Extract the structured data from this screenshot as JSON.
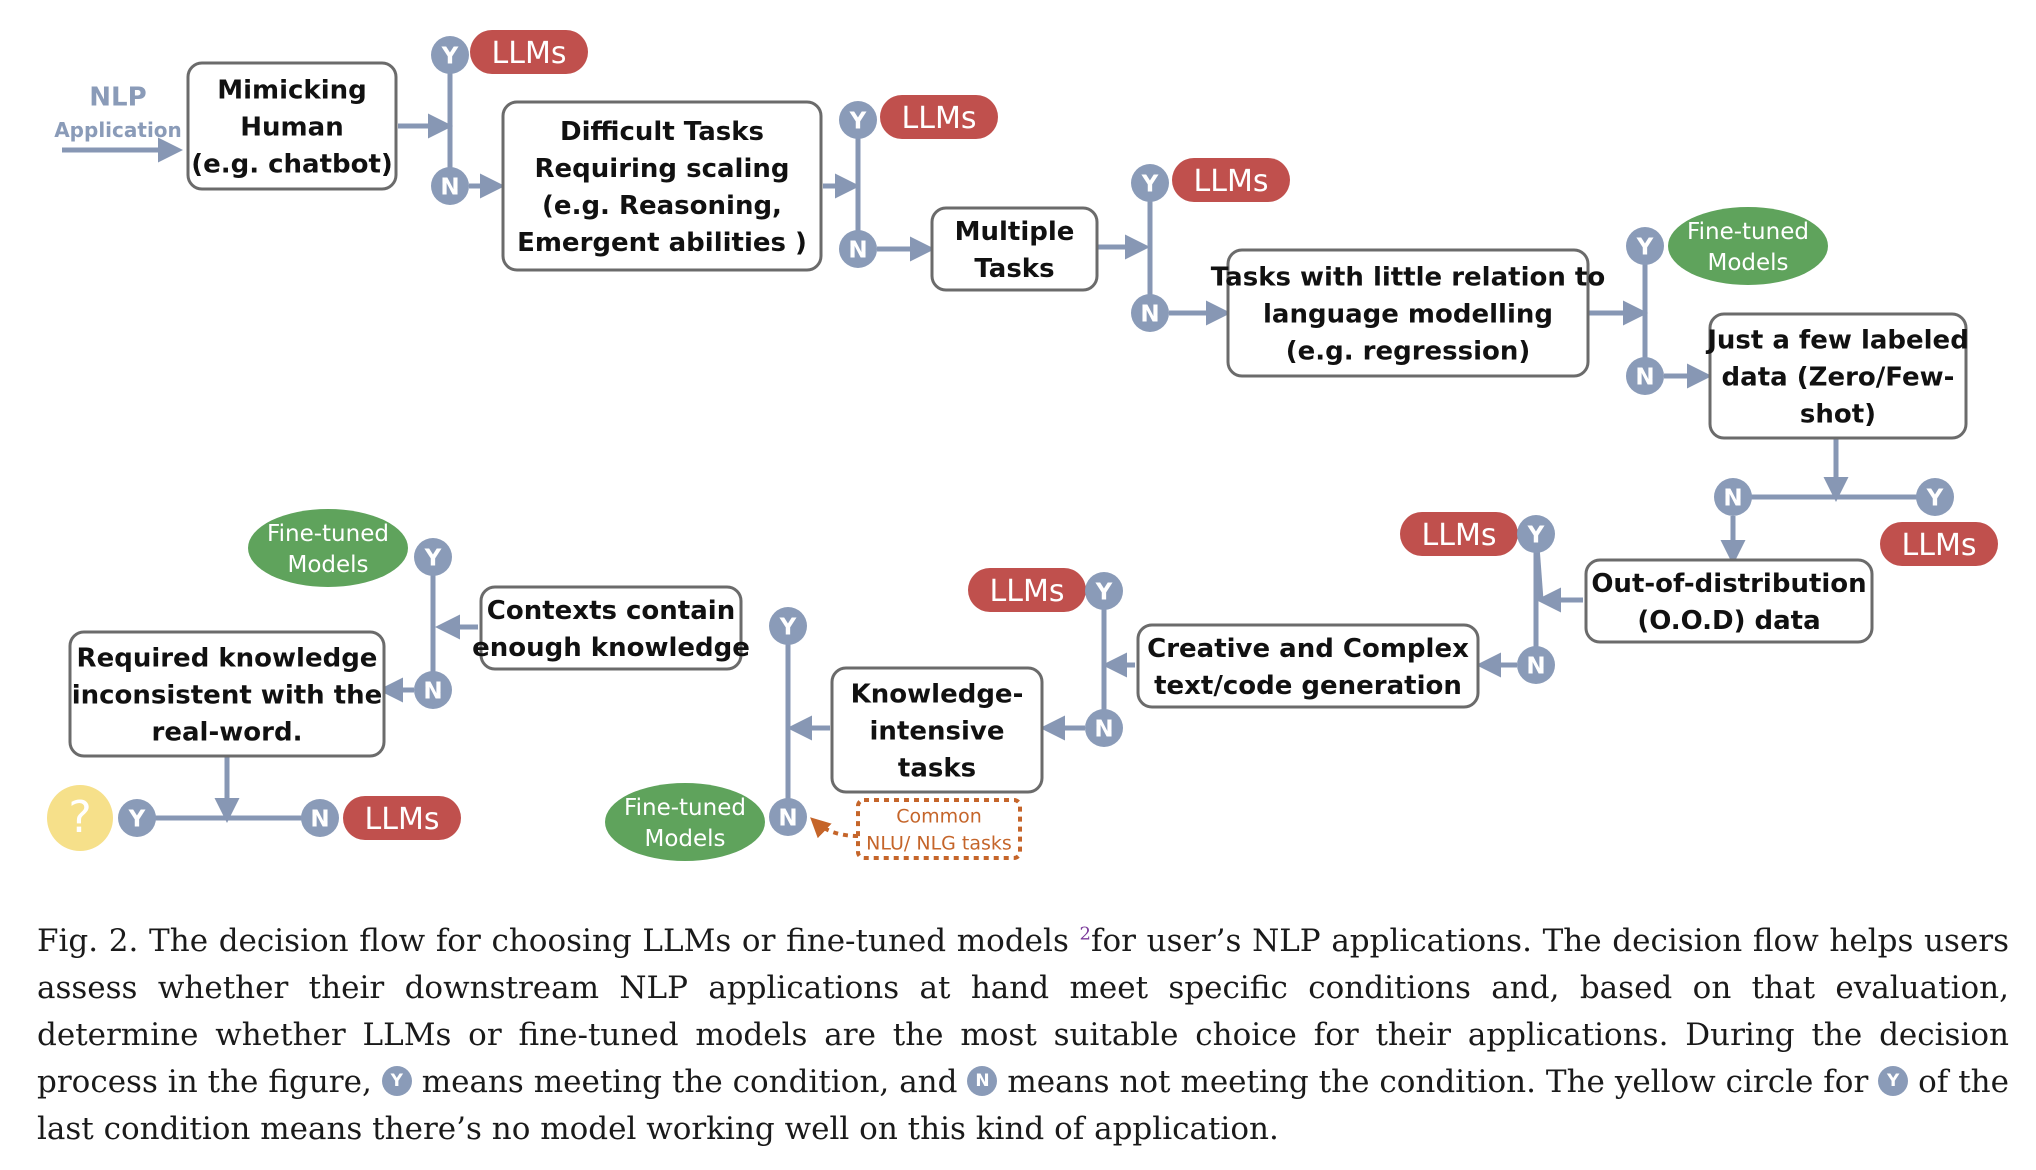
{
  "colors": {
    "node_blue": "#8a9bb8",
    "line_blue": "#8797b4",
    "llm_red": "#c0504d",
    "finetuned_green": "#5fa35c",
    "question_yellow": "#f6e08a",
    "dotted_orange": "#c5652a",
    "box_border": "#6b6b6b"
  },
  "diagram": {
    "start_label_top": "NLP",
    "start_label_bottom": "Application",
    "yes_letter": "Y",
    "no_letter": "N",
    "llms_label": "LLMs",
    "finetuned_label": [
      "Fine-tuned",
      "Models"
    ],
    "question_mark": "?",
    "conditions": {
      "mimicking_human": [
        "Mimicking",
        "Human",
        "(e.g. chatbot)"
      ],
      "difficult_tasks": [
        "Difficult Tasks",
        "Requiring  scaling",
        "(e.g. Reasoning,",
        "Emergent abilities )"
      ],
      "multiple_tasks": [
        "Multiple",
        "Tasks"
      ],
      "little_relation": [
        "Tasks with little relation to",
        "language modelling",
        "(e.g. regression)"
      ],
      "few_labeled": [
        "Just a few labeled",
        "data (Zero/Few-",
        "shot)"
      ],
      "ood": [
        "Out-of-distribution",
        "(O.O.D) data"
      ],
      "creative": [
        "Creative and Complex",
        "text/code generation"
      ],
      "knowledge_intensive": [
        "Knowledge-",
        "intensive",
        "tasks"
      ],
      "contexts": [
        "Contexts contain",
        "enough knowledge"
      ],
      "required_knowledge": [
        "Required knowledge",
        "inconsistent with the",
        "real-word."
      ]
    },
    "note_common": [
      "Common",
      "NLU/ NLG tasks"
    ]
  },
  "caption": {
    "fig_label": "Fig. 2.",
    "part1": " The decision flow for choosing LLMs or fine-tuned models ",
    "footnote": "2",
    "part2": "for user’s NLP applications. The decision flow helps users assess whether their downstream NLP applications at hand meet specific conditions and, based on that evaluation, determine whether LLMs or fine-tuned models are the most suitable choice for their applications. During the decision process in the figure, ",
    "yes_symbol": "Y",
    "part3": " means meeting the condition, and ",
    "no_symbol": "N",
    "part4": " means not meeting the condition. The yellow circle for ",
    "yes_symbol_2": "Y",
    "part5": " of the last condition means there’s no model working well on this kind of application."
  }
}
